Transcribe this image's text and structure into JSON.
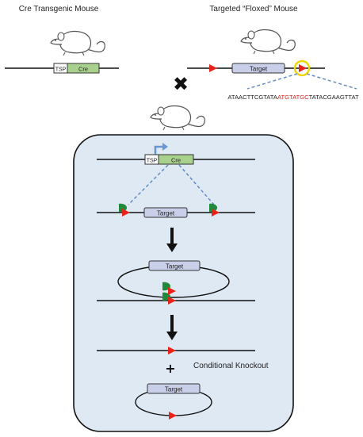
{
  "titles": {
    "cre_mouse": "Cre Transgenic Mouse",
    "floxed_mouse": "Targeted “Floxed” Mouse"
  },
  "labels": {
    "tsp": "TSP",
    "cre": "Cre",
    "target": "Target",
    "conditional_knockout": "Conditional Knockout"
  },
  "loxp_sequence": {
    "left": "ATAACTTCGTATA",
    "core": "ATGTATGC",
    "right": "TATACGAAGTTAT"
  },
  "symbols": {
    "cross": "✖",
    "plus": "+"
  },
  "colors": {
    "cre_box": "#a9d18e",
    "target_box": "#c9cfe8",
    "loxp_red": "#e8241a",
    "cre_protein": "#1f8a3a",
    "highlight_ring": "#f2d600",
    "dashed_blue": "#5b86c4",
    "panel_fill": "#dfe9f4",
    "sequence_core": "#d9261c",
    "promoter_arrow": "#6a97cf"
  },
  "icons": [
    "mouse-icon",
    "loxp-triangle",
    "cre-protein",
    "down-arrow-icon",
    "cross-icon"
  ]
}
